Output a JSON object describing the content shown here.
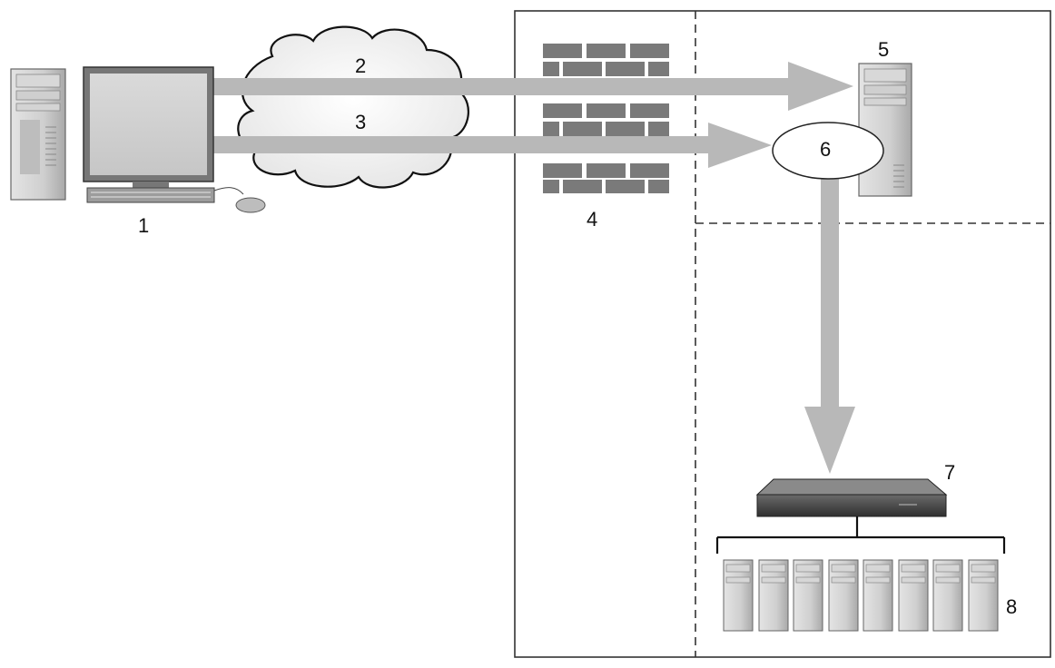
{
  "colors": {
    "arrow": "#b8b8b8",
    "brick": "#7a7a7a",
    "frame": "#333333",
    "line": "#111111",
    "cloud_fill": "#f2f2f2"
  },
  "labels": {
    "client": "1",
    "path_a": "2",
    "path_b": "3",
    "firewall": "4",
    "web_server": "5",
    "module": "6",
    "switch": "7",
    "server_farm": "8"
  },
  "icons": {
    "client": "desktop-computer-icon",
    "cloud": "cloud-icon",
    "firewall": "brick-wall-icon",
    "web_server": "tower-server-icon",
    "module": "ellipse-node-icon",
    "switch": "network-switch-icon",
    "server_farm": "server-rack-icon"
  }
}
